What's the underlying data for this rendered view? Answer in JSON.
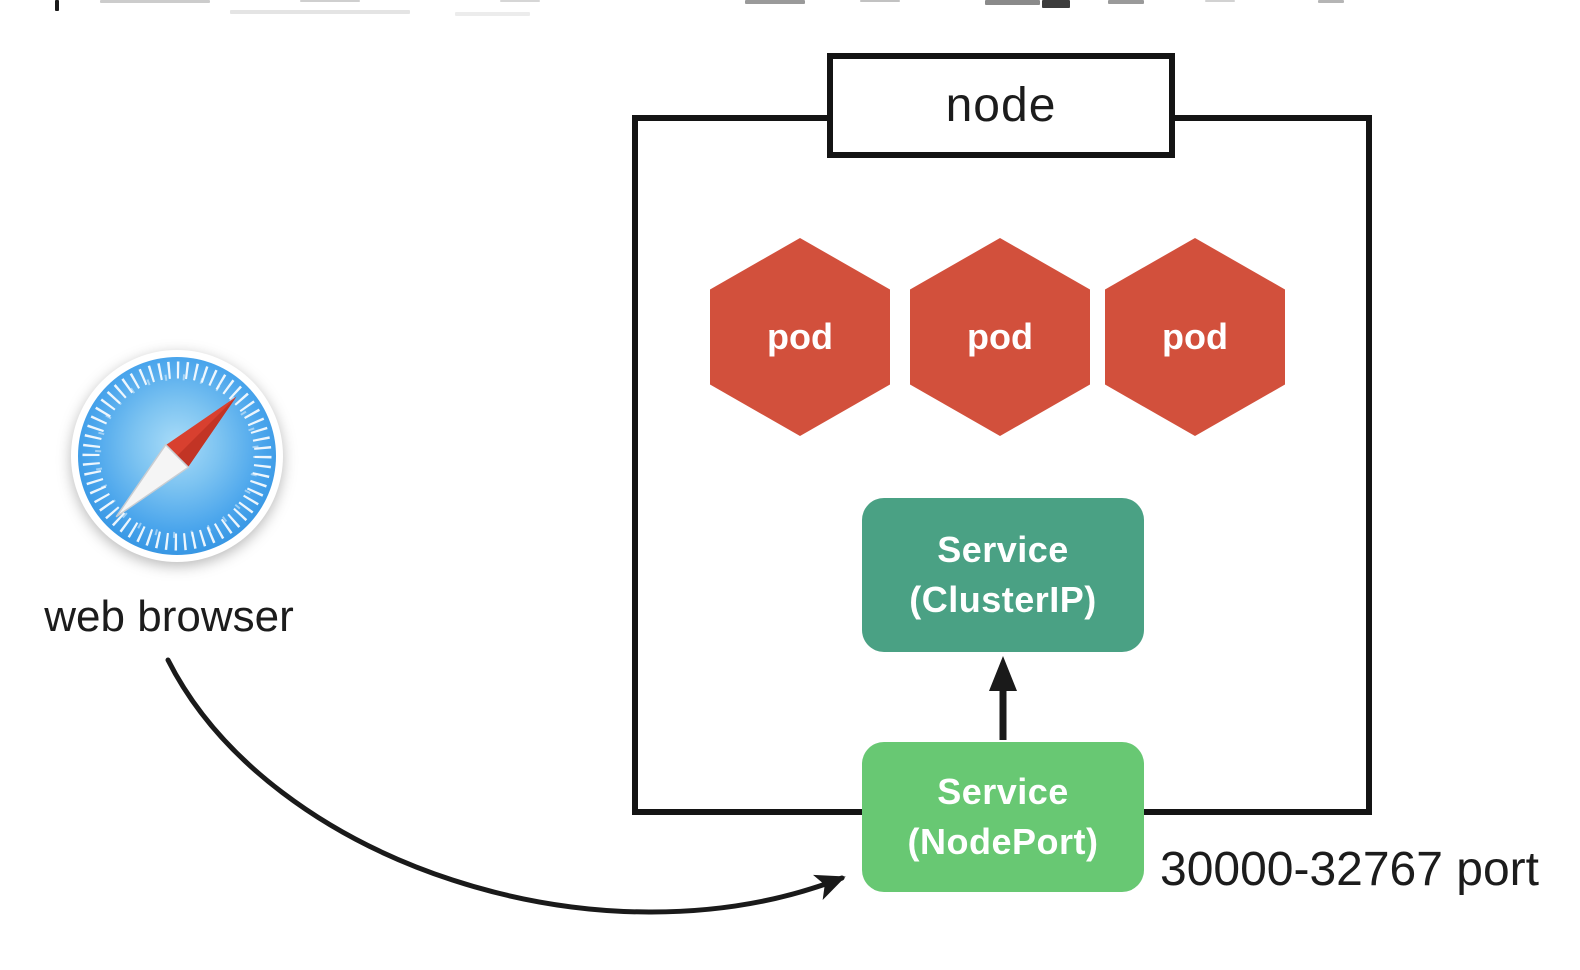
{
  "diagram": {
    "node": {
      "label": "node"
    },
    "pods": [
      {
        "label": "pod"
      },
      {
        "label": "pod"
      },
      {
        "label": "pod"
      }
    ],
    "services": {
      "cluster_ip": {
        "line1": "Service",
        "line2": "(ClusterIP)"
      },
      "node_port": {
        "line1": "Service",
        "line2": "(NodePort)"
      }
    },
    "port_range_label": "30000-32767 port",
    "browser": {
      "label": "web browser",
      "icon": "safari-compass-icon"
    },
    "connections": [
      {
        "from": "web-browser",
        "to": "service-nodeport",
        "style": "curved-arrow"
      },
      {
        "from": "service-nodeport",
        "to": "service-clusterip",
        "style": "straight-arrow-up"
      }
    ],
    "colors": {
      "pod_red": "#d2503c",
      "service_clusterip_teal": "#4aa184",
      "service_nodeport_green": "#68c873",
      "outline_black": "#141414",
      "background_white": "#ffffff",
      "safari_blue": "#3f9ee9",
      "needle_red": "#d8402f"
    }
  }
}
